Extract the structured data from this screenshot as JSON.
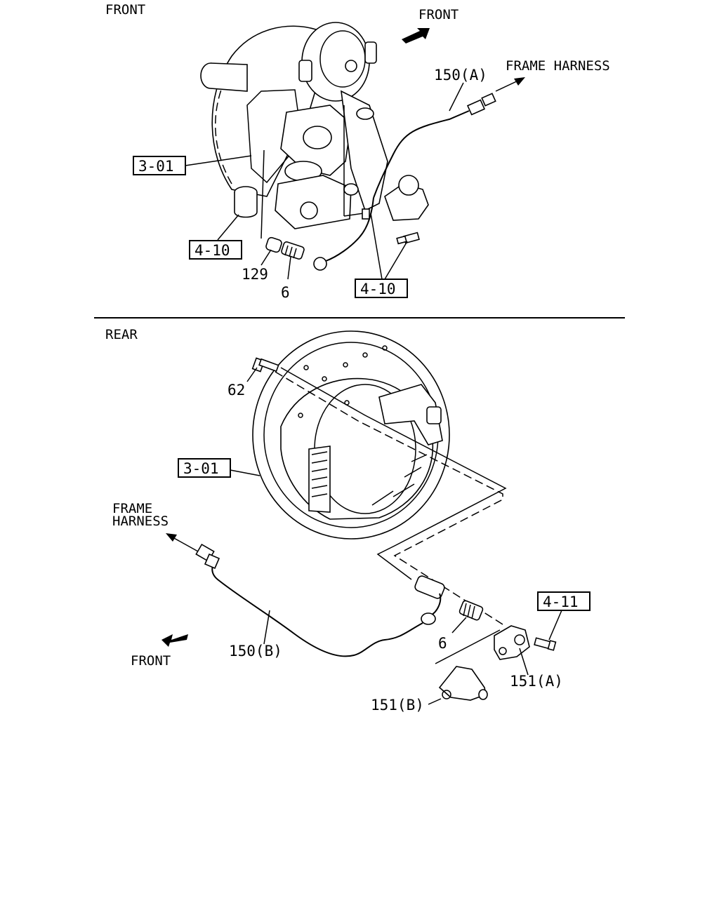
{
  "front_section": {
    "section_label": "FRONT",
    "direction_label": "FRONT",
    "frame_harness_label": "FRAME HARNESS",
    "callouts": {
      "sensor_cable": "150(A)",
      "brake_ref": "3-01",
      "knuckle_ref": "4-10",
      "bracket_ref": "4-10",
      "sleeve": "129",
      "bushing": "6"
    }
  },
  "rear_section": {
    "section_label": "REAR",
    "direction_label": "FRONT",
    "frame_harness_line1": "FRAME",
    "frame_harness_line2": "HARNESS",
    "callouts": {
      "bolt": "62",
      "brake_ref": "3-01",
      "sensor_cable": "150(B)",
      "bushing": "6",
      "axle_ref": "4-11",
      "bracket_a": "151(A)",
      "bracket_b": "151(B)"
    }
  }
}
